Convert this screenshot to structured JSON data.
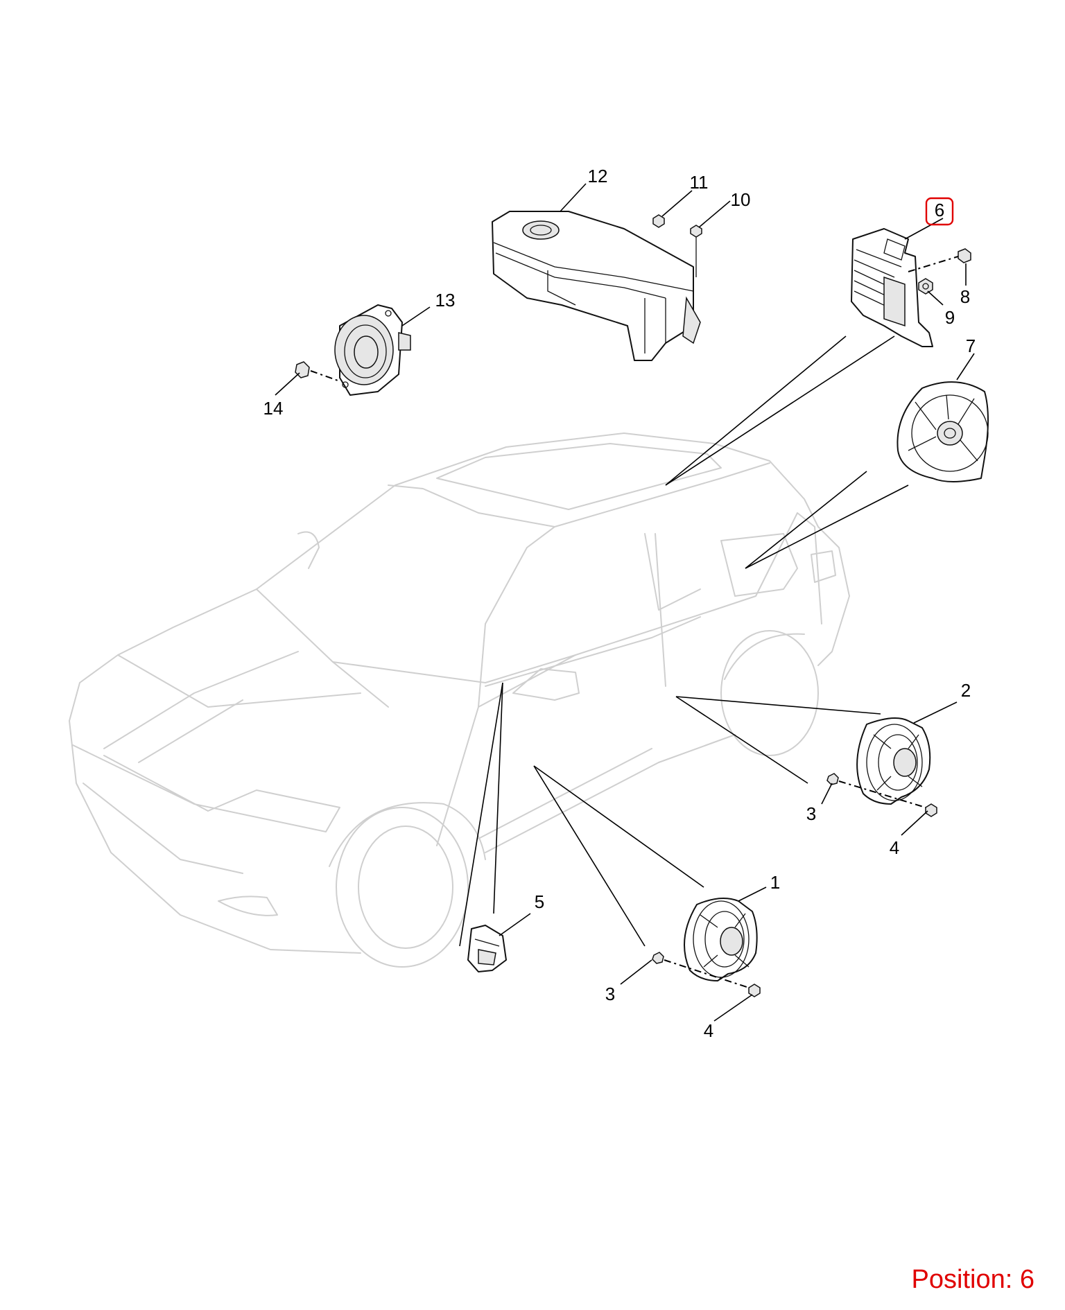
{
  "highlight_color": "#e00000",
  "highlighted_part": "6",
  "callouts": [
    "1",
    "2",
    "3",
    "3",
    "4",
    "4",
    "5",
    "6",
    "7",
    "8",
    "9",
    "10",
    "11",
    "12",
    "13",
    "14"
  ],
  "position_text": "Position: 6"
}
